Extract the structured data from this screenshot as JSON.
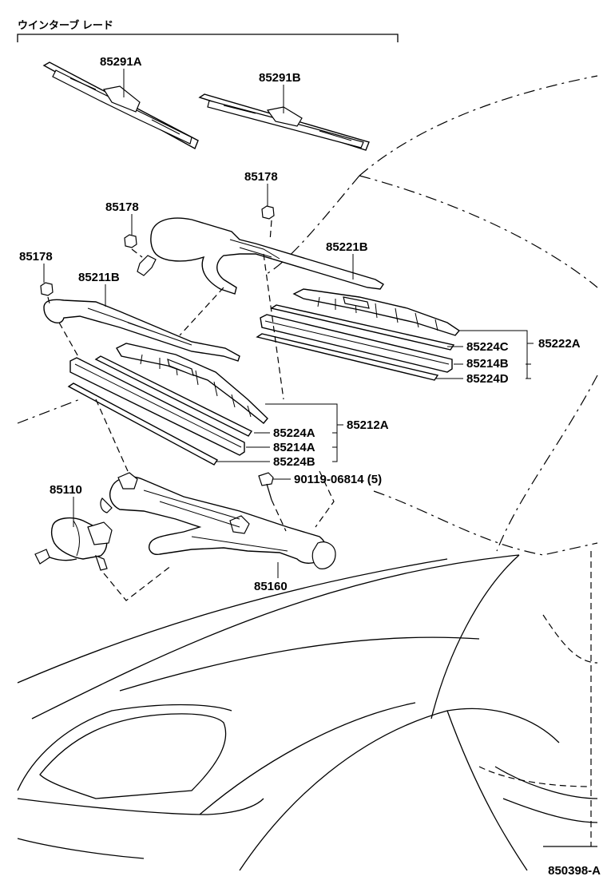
{
  "section_title": "ウインターブ レード",
  "drawing_number": "850398-A",
  "labels": {
    "p85291A": "85291A",
    "p85291B": "85291B",
    "p85178_a": "85178",
    "p85178_b": "85178",
    "p85178_c": "85178",
    "p85221B": "85221B",
    "p85211B": "85211B",
    "p85224C": "85224C",
    "p85214B": "85214B",
    "p85224D": "85224D",
    "p85222A": "85222A",
    "p85224A": "85224A",
    "p85214A": "85214A",
    "p85224B": "85224B",
    "p85212A": "85212A",
    "p90119": "90119-06814 (5)",
    "p85110": "85110",
    "p85160": "85160"
  }
}
